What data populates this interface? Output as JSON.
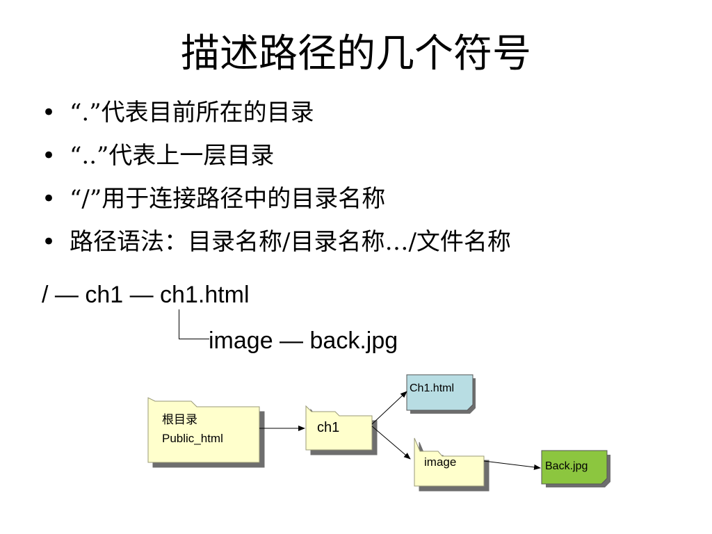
{
  "slide": {
    "title": "描述路径的几个符号",
    "bullet_symbol": "•",
    "bullets": [
      "“.”代表目前所在的目录",
      " “..”代表上一层目录",
      " “/”用于连接路径中的目录名称",
      "路径语法：目录名称/目录名称…/文件名称"
    ],
    "tree": {
      "line1": "/ — ch1 — ch1.html",
      "line2": "image — back.jpg"
    }
  },
  "diagram": {
    "root_folder": {
      "line1": "根目录",
      "line2": "Public_html"
    },
    "ch1_folder": {
      "label": "ch1"
    },
    "image_folder": {
      "label": "image"
    },
    "ch1_html_file": {
      "label": "Ch1.html",
      "color": "#b8dde3"
    },
    "back_jpg_file": {
      "label": "Back.jpg",
      "color": "#8cc63f"
    },
    "folder_color": "#ffffcc"
  }
}
